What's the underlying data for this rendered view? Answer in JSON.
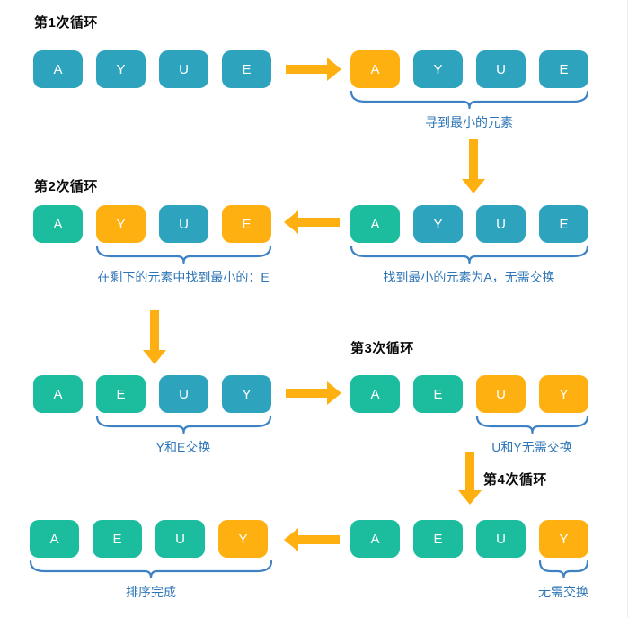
{
  "palette": {
    "teal": "#2EA3BE",
    "green": "#1CBD9E",
    "orange": "#FFB011",
    "arrow": "#FFB011",
    "brace": "#3E82C4",
    "caption": "#2E75B6",
    "header": "#0A0A0A"
  },
  "headers": {
    "loop1": "第1次循环",
    "loop2": "第2次循环",
    "loop3": "第3次循环",
    "loop4": "第4次循环"
  },
  "groups": {
    "r1_left": {
      "boxes": [
        {
          "letter": "A",
          "color": "teal"
        },
        {
          "letter": "Y",
          "color": "teal"
        },
        {
          "letter": "U",
          "color": "teal"
        },
        {
          "letter": "E",
          "color": "teal"
        }
      ]
    },
    "r1_right": {
      "boxes": [
        {
          "letter": "A",
          "color": "orange"
        },
        {
          "letter": "Y",
          "color": "teal"
        },
        {
          "letter": "U",
          "color": "teal"
        },
        {
          "letter": "E",
          "color": "teal"
        }
      ],
      "caption": "寻到最小的元素"
    },
    "r2_left": {
      "boxes": [
        {
          "letter": "A",
          "color": "green"
        },
        {
          "letter": "Y",
          "color": "orange"
        },
        {
          "letter": "U",
          "color": "teal"
        },
        {
          "letter": "E",
          "color": "orange"
        }
      ],
      "caption": "在剩下的元素中找到最小的：E"
    },
    "r2_right": {
      "boxes": [
        {
          "letter": "A",
          "color": "green"
        },
        {
          "letter": "Y",
          "color": "teal"
        },
        {
          "letter": "U",
          "color": "teal"
        },
        {
          "letter": "E",
          "color": "teal"
        }
      ],
      "caption": "找到最小的元素为A，无需交换"
    },
    "r3_left": {
      "boxes": [
        {
          "letter": "A",
          "color": "green"
        },
        {
          "letter": "E",
          "color": "green"
        },
        {
          "letter": "U",
          "color": "teal"
        },
        {
          "letter": "Y",
          "color": "teal"
        }
      ],
      "caption": "Y和E交换"
    },
    "r3_right": {
      "boxes": [
        {
          "letter": "A",
          "color": "green"
        },
        {
          "letter": "E",
          "color": "green"
        },
        {
          "letter": "U",
          "color": "orange"
        },
        {
          "letter": "Y",
          "color": "orange"
        }
      ],
      "caption": "U和Y无需交换"
    },
    "r4_left": {
      "boxes": [
        {
          "letter": "A",
          "color": "green"
        },
        {
          "letter": "E",
          "color": "green"
        },
        {
          "letter": "U",
          "color": "green"
        },
        {
          "letter": "Y",
          "color": "orange"
        }
      ],
      "caption": "排序完成"
    },
    "r4_right": {
      "boxes": [
        {
          "letter": "A",
          "color": "green"
        },
        {
          "letter": "E",
          "color": "green"
        },
        {
          "letter": "U",
          "color": "green"
        },
        {
          "letter": "Y",
          "color": "orange"
        }
      ],
      "caption": "无需交换"
    }
  },
  "arrows": [
    {
      "name": "arrow-right-1",
      "direction": "right"
    },
    {
      "name": "arrow-down-1",
      "direction": "down"
    },
    {
      "name": "arrow-left-1",
      "direction": "left"
    },
    {
      "name": "arrow-down-2",
      "direction": "down"
    },
    {
      "name": "arrow-right-2",
      "direction": "right"
    },
    {
      "name": "arrow-down-3",
      "direction": "down"
    },
    {
      "name": "arrow-left-2",
      "direction": "left"
    }
  ]
}
